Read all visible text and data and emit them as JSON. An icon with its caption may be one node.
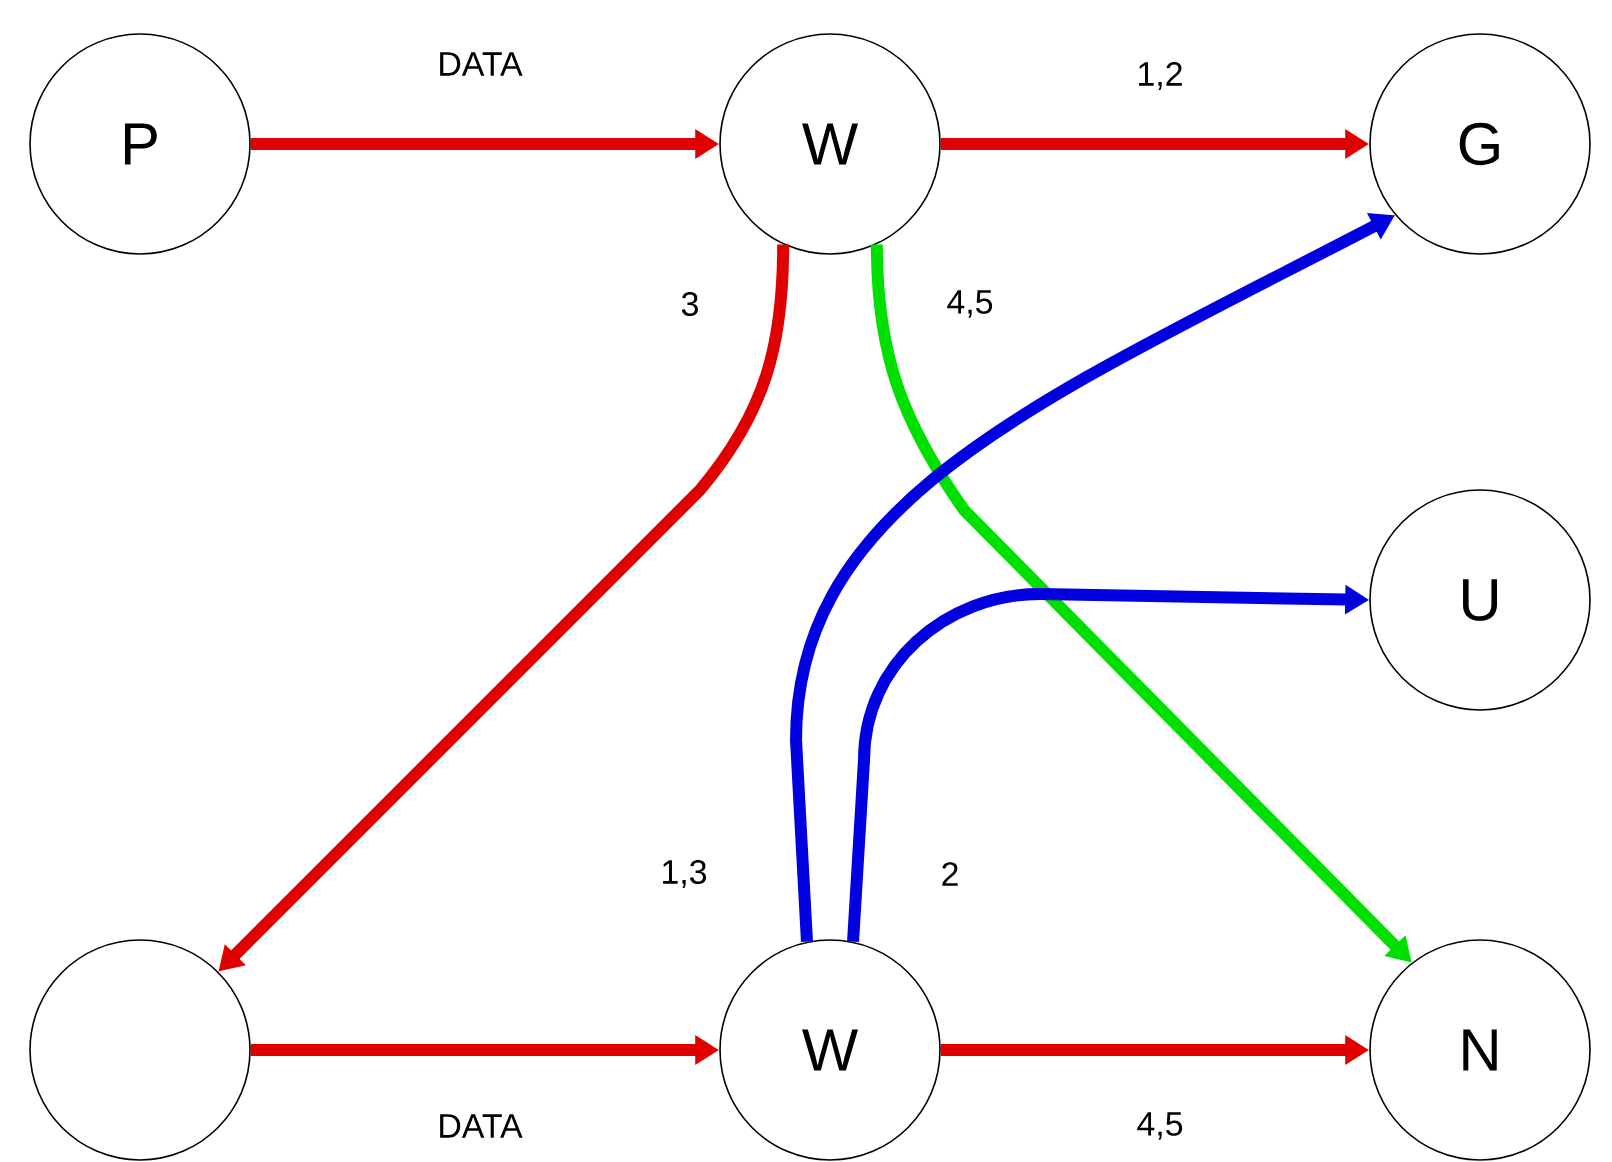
{
  "diagram": {
    "nodes": [
      {
        "text": [
          "P"
        ]
      },
      {
        "text": [
          "W"
        ]
      },
      {
        "text": [
          "G"
        ]
      },
      {
        "text": [
          "U"
        ]
      },
      {
        "text": [],
        "shape": "circle"
      },
      {
        "text": [
          "W"
        ]
      },
      {
        "text": [
          "N"
        ]
      }
    ],
    "edges": [
      {
        "from": 0,
        "to": 1,
        "arrow": "to",
        "label": "DATA"
      },
      {
        "from": 1,
        "to": 2,
        "arrow": "to",
        "label": "1,2"
      },
      {
        "from": 1,
        "to": 4,
        "arrow": "to",
        "label": "3"
      },
      {
        "from": 1,
        "to": 6,
        "arrow": "to",
        "label": "4,5",
        "color": "#00e000"
      },
      {
        "from": 4,
        "to": 5,
        "arrow": "to",
        "label": "DATA"
      },
      {
        "from": 5,
        "to": 6,
        "arrow": "to",
        "label": "4,5"
      },
      {
        "from": 5,
        "to": 2,
        "arrow": "to",
        "label": "1,3",
        "color": "#0000e0"
      },
      {
        "from": 5,
        "to": 3,
        "arrow": "to",
        "label": "2",
        "color": "#0000e0"
      }
    ]
  }
}
